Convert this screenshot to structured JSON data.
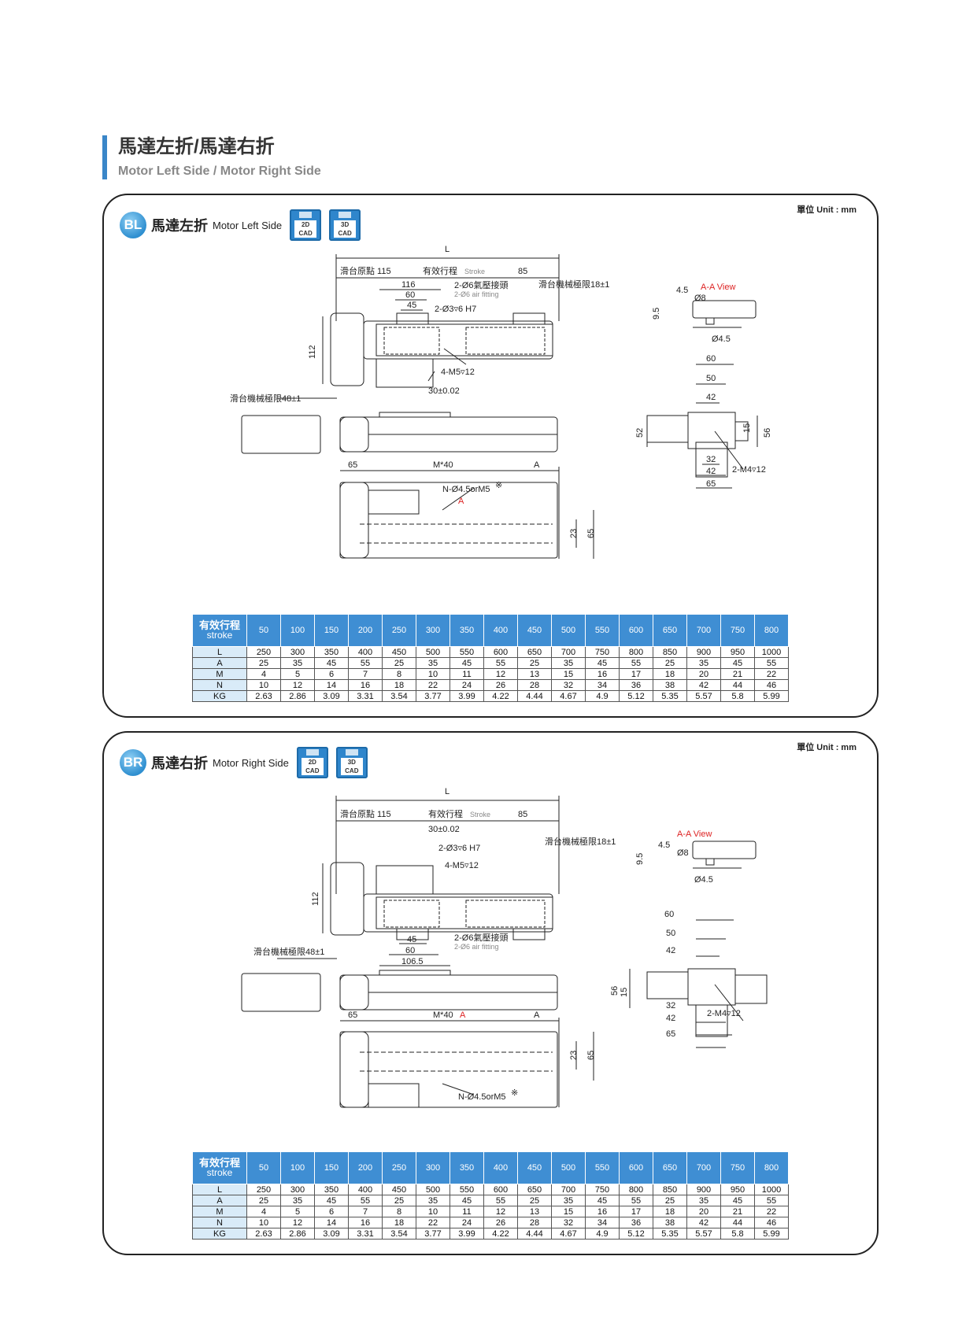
{
  "header": {
    "title_zh": "馬達左折/馬達右折",
    "title_en": "Motor Left Side / Motor Right Side"
  },
  "colors": {
    "accent": "#3a86c8",
    "table_header": "#3f8ed3",
    "label_red": "#dd2222"
  },
  "icons": [
    "floppy-disk-icon"
  ],
  "panels": [
    {
      "id": "bl",
      "badge": "BL",
      "title_zh": "馬達左折",
      "title_en": "Motor Left Side",
      "unit": "單位 Unit : mm",
      "cad": [
        "2D",
        "3D"
      ],
      "cad_sub": "CAD",
      "labels": {
        "L": "L",
        "origin": "滑台原點 115",
        "stroke_zh": "有效行程",
        "stroke_en": "Stroke",
        "d85": "85",
        "d116": "116",
        "d60": "60",
        "d45": "45",
        "air_zh": "2-Ø6氣壓接頭",
        "air_en": "2-Ø6 air fitting",
        "pin": "2-Ø3▿6 H7",
        "mech18": "滑台機械極限18±1",
        "m5": "4-M5▿12",
        "d112": "112",
        "d30": "30±0.02",
        "mech48": "滑台機械極限48±1",
        "aa_view": "A-A View",
        "a45": "4.5",
        "a8": "Ø8",
        "a95": "9.5",
        "a45b": "Ø4.5",
        "e60": "60",
        "e50": "50",
        "e42": "42",
        "e52": "52",
        "e15": "15",
        "e56": "56",
        "e32": "32",
        "e42b": "42",
        "e65": "65",
        "m4": "2-M4▿12",
        "b65": "65",
        "m40": "M*40",
        "a_lbl": "A",
        "n45": "N-Ø4.5orM5",
        "star": "※",
        "a_red": "A",
        "d23": "23",
        "d65": "65"
      }
    },
    {
      "id": "br",
      "badge": "BR",
      "title_zh": "馬達右折",
      "title_en": "Motor Right Side",
      "unit": "單位 Unit : mm",
      "cad": [
        "2D",
        "3D"
      ],
      "cad_sub": "CAD",
      "labels": {
        "L": "L",
        "origin": "滑台原點 115",
        "stroke_zh": "有效行程",
        "stroke_en": "Stroke",
        "d85": "85",
        "d30": "30±0.02",
        "pin": "2-Ø3▿6 H7",
        "mech18": "滑台機械極限18±1",
        "m5": "4-M5▿12",
        "d112": "112",
        "d45": "45",
        "d60": "60",
        "d1065": "106.5",
        "air_zh": "2-Ø6氣壓接頭",
        "air_en": "2-Ø6 air fitting",
        "mech48": "滑台機械極限48±1",
        "aa_view": "A-A View",
        "a45": "4.5",
        "a8": "Ø8",
        "a95": "9.5",
        "a45b": "Ø4.5",
        "e60": "60",
        "e50": "50",
        "e42": "42",
        "e56": "56",
        "e15": "15",
        "e32": "32",
        "e42b": "42",
        "e65": "65",
        "m4": "2-M4▿12",
        "b65": "65",
        "m40": "M*40",
        "a_lbl": "A",
        "a_red": "A",
        "d23": "23",
        "d65": "65",
        "n45": "N-Ø4.5orM5",
        "star": "※"
      }
    }
  ],
  "table": {
    "head_zh": "有效行程",
    "head_en": "stroke",
    "strokes": [
      "50",
      "100",
      "150",
      "200",
      "250",
      "300",
      "350",
      "400",
      "450",
      "500",
      "550",
      "600",
      "650",
      "700",
      "750",
      "800"
    ],
    "rows": [
      {
        "label": "L",
        "values": [
          "250",
          "300",
          "350",
          "400",
          "450",
          "500",
          "550",
          "600",
          "650",
          "700",
          "750",
          "800",
          "850",
          "900",
          "950",
          "1000"
        ]
      },
      {
        "label": "A",
        "values": [
          "25",
          "35",
          "45",
          "55",
          "25",
          "35",
          "45",
          "55",
          "25",
          "35",
          "45",
          "55",
          "25",
          "35",
          "45",
          "55"
        ]
      },
      {
        "label": "M",
        "values": [
          "4",
          "5",
          "6",
          "7",
          "8",
          "10",
          "11",
          "12",
          "13",
          "15",
          "16",
          "17",
          "18",
          "20",
          "21",
          "22"
        ]
      },
      {
        "label": "N",
        "values": [
          "10",
          "12",
          "14",
          "16",
          "18",
          "22",
          "24",
          "26",
          "28",
          "32",
          "34",
          "36",
          "38",
          "42",
          "44",
          "46"
        ]
      },
      {
        "label": "KG",
        "values": [
          "2.63",
          "2.86",
          "3.09",
          "3.31",
          "3.54",
          "3.77",
          "3.99",
          "4.22",
          "4.44",
          "4.67",
          "4.9",
          "5.12",
          "5.35",
          "5.57",
          "5.8",
          "5.99"
        ]
      }
    ]
  }
}
